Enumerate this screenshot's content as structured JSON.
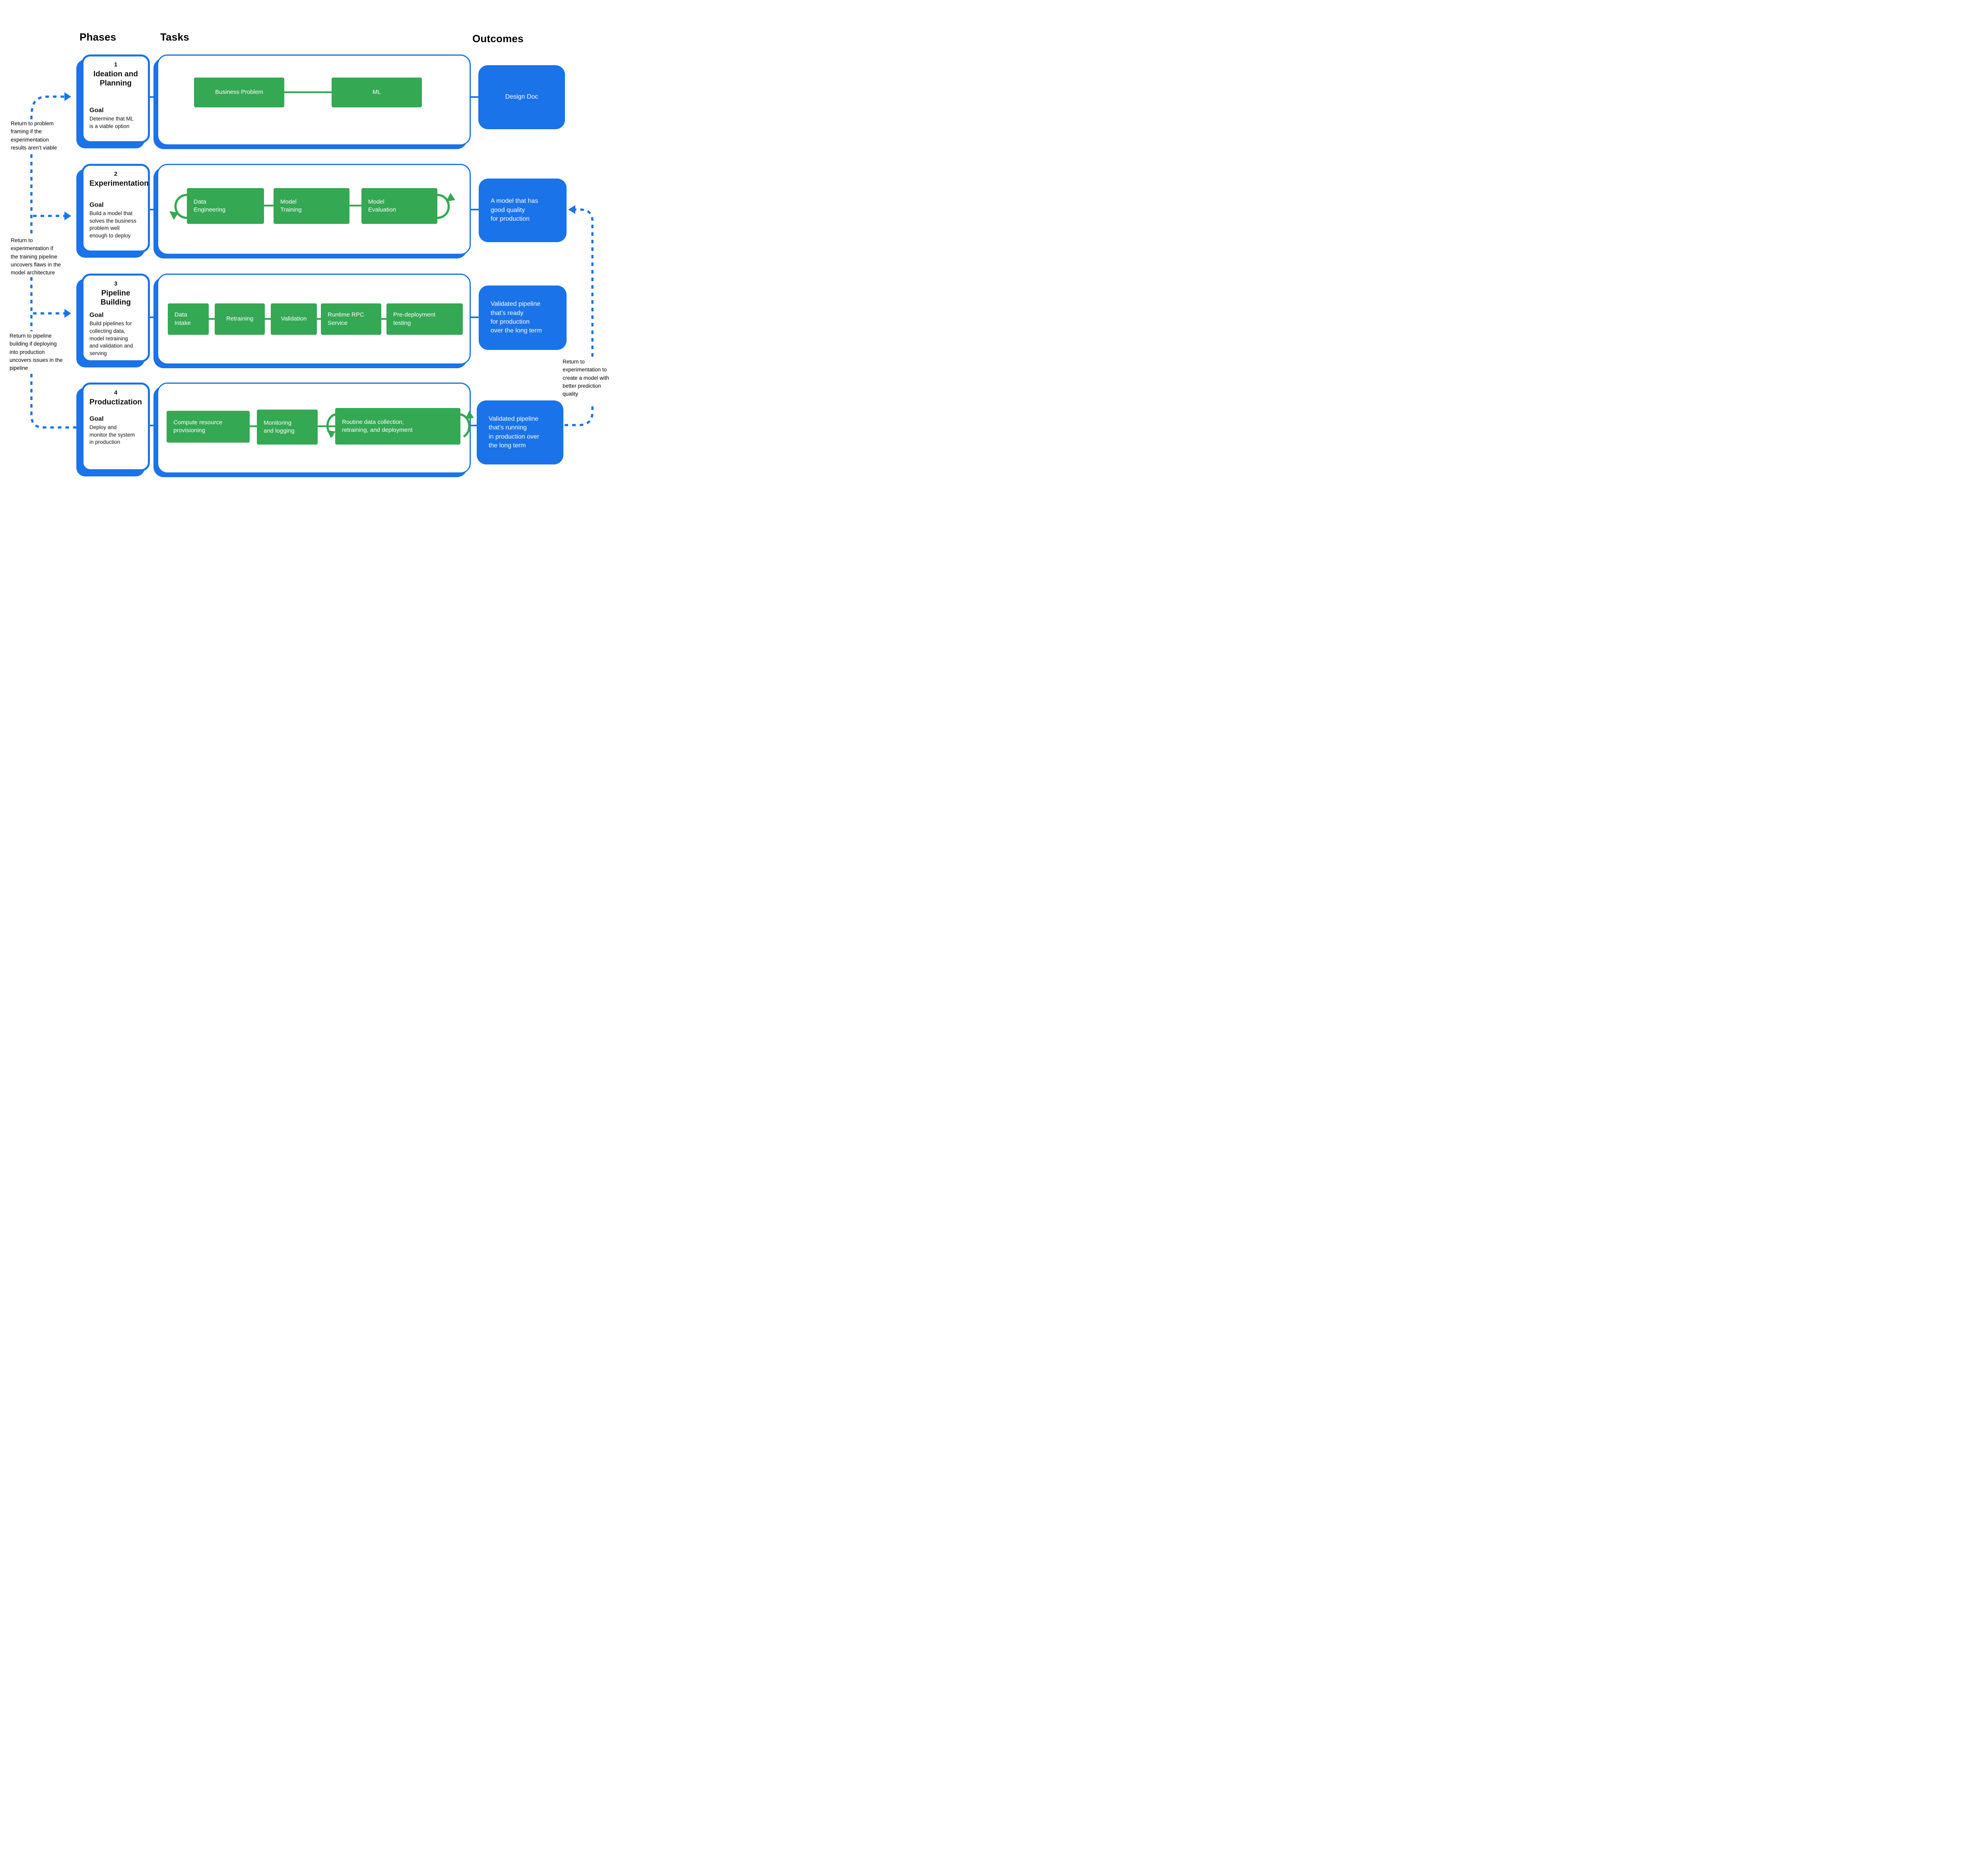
{
  "header": {
    "phases": "Phases",
    "tasks": "Tasks",
    "outcomes": "Outcomes"
  },
  "colors": {
    "blue": "#1A73E8",
    "green": "#34A853",
    "ink": "#111111"
  },
  "phases": [
    {
      "number": "1",
      "title": "Ideation and\nPlanning",
      "goal_label": "Goal",
      "goal": "Determine that ML\nis a viable option"
    },
    {
      "number": "2",
      "title": "Experimentation",
      "goal_label": "Goal",
      "goal": "Build a model that\nsolves the business\nproblem well\nenough to deploy"
    },
    {
      "number": "3",
      "title": "Pipeline Building",
      "goal_label": "Goal",
      "goal": "Build pipelines for\ncollecting data,\nmodel retraining\nand validation and\nserving"
    },
    {
      "number": "4",
      "title": "Productization",
      "goal_label": "Goal",
      "goal": "Deploy and\nmonitor the system\nin production"
    }
  ],
  "task_rows": [
    {
      "tasks": [
        "Business Problem",
        "ML"
      ]
    },
    {
      "tasks": [
        "Data\nEngineering",
        "Model\nTraining",
        "Model\nEvaluation"
      ]
    },
    {
      "tasks": [
        "Data\nIntake",
        "Retraining",
        "Validation",
        "Runtime RPC\nService",
        "Pre-deployment\ntesting"
      ]
    },
    {
      "tasks": [
        "Compute resource\nprovisioning",
        "Monitoring\nand logging",
        "Routine data collection,\nretraining, and deployment"
      ]
    }
  ],
  "outcomes": [
    "Design Doc",
    "A model that has\ngood quality\nfor production",
    "Validated pipeline\nthat’s ready\nfor production\nover the long term",
    "Validated pipeline\nthat’s running\nin production over\nthe long term"
  ],
  "annotations": {
    "left": [
      "Return to problem\nframing if the\nexperimentation\nresults aren’t viable",
      "Return to\nexperimentation if\nthe training pipeline\nuncovers flaws in the\nmodel architecture",
      "Return to pipeline\nbuilding if deploying\ninto production\nuncovers issues in the\npipeline"
    ],
    "right": "Return to\nexperimentation to\ncreate a model with\nbetter prediction\nquality"
  }
}
